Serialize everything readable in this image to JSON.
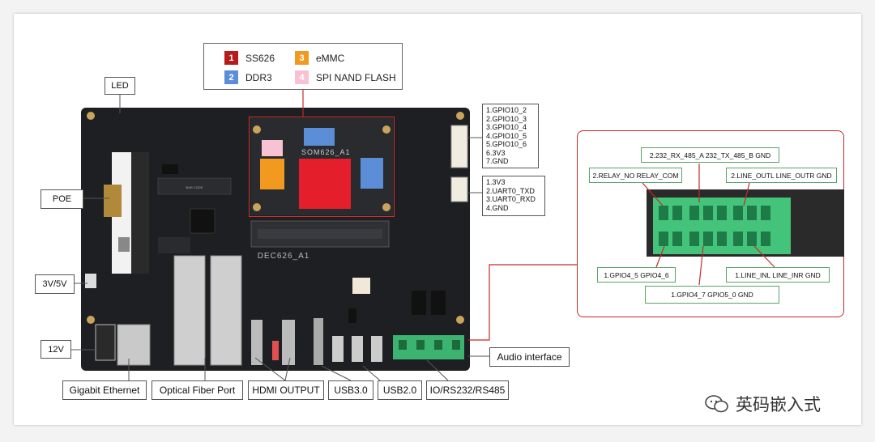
{
  "legend": {
    "items": [
      {
        "num": "1",
        "label": "SS626",
        "color": "#b71c1c"
      },
      {
        "num": "2",
        "label": "DDR3",
        "color": "#5b8ed6"
      },
      {
        "num": "3",
        "label": "eMMC",
        "color": "#f29a1f"
      },
      {
        "num": "4",
        "label": "SPI NAND FLASH",
        "color": "#f7c2d3"
      }
    ]
  },
  "board": {
    "som_label": "SOM626_A1",
    "dec_label": "DEC626_A1",
    "barcode_text": "BAR CODE"
  },
  "labels": {
    "led": "LED",
    "poe": "POE",
    "v3v5v": "3V/5V",
    "v12": "12V",
    "gigabit": "Gigabit Ethernet",
    "optical": "Optical Fiber Port",
    "hdmi": "HDMI OUTPUT",
    "usb3": "USB3.0",
    "usb2": "USB2.0",
    "io": "IO/RS232/RS485",
    "audio": "Audio interface"
  },
  "gpio_header": [
    "1.GPIO10_2",
    "2.GPIO10_3",
    "3.GPIO10_4",
    "4.GPIO10_5",
    "5.GPIO10_6",
    "6.3V3",
    "7.GND"
  ],
  "uart_header": [
    "1.3V3",
    "2.UART0_TXD",
    "3.UART0_RXD",
    "4.GND"
  ],
  "zoom_labels": {
    "top": "2.232_RX_485_A 232_TX_485_B GND",
    "relay": "2.RELAY_NO RELAY_COM",
    "line_out": "2.LINE_OUTL LINE_OUTR GND",
    "gpio4": "1.GPIO4_5 GPIO4_6",
    "line_in": "1.LINE_INL LINE_INR GND",
    "gpio4_7": "1.GPIO4_7 GPIO5_0 GND"
  },
  "watermark": "英码嵌入式"
}
